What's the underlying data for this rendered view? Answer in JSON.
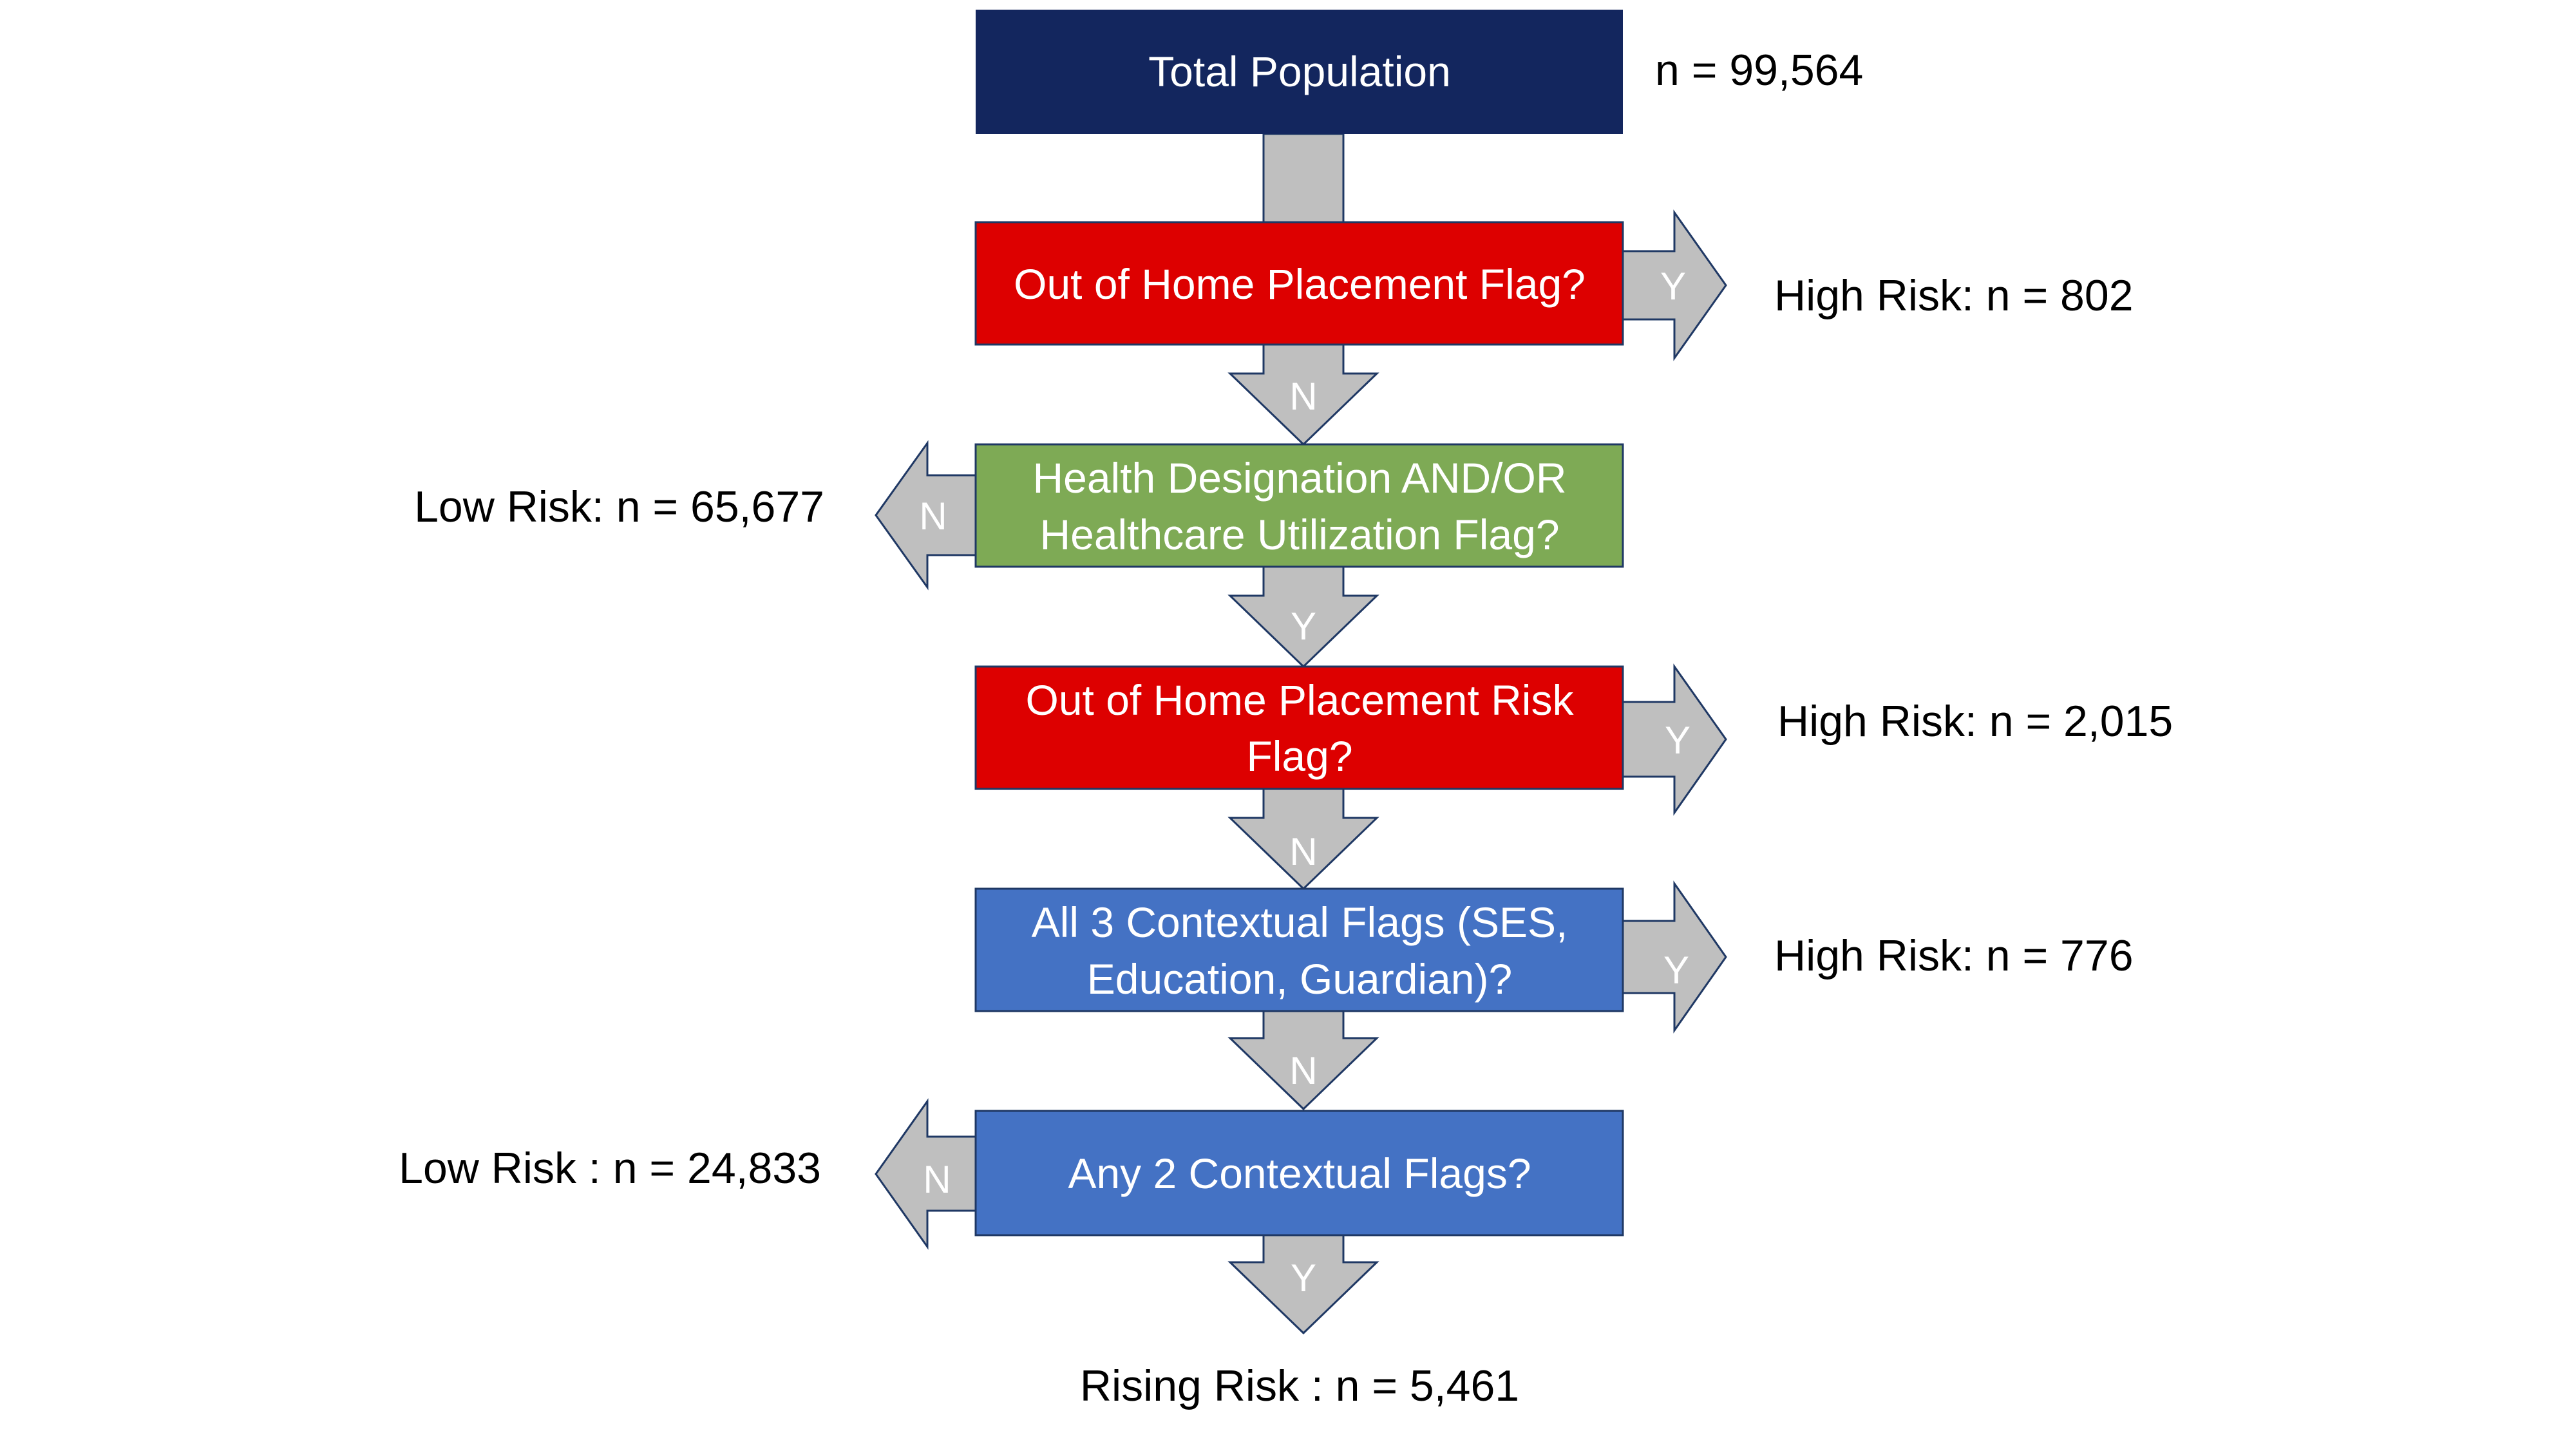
{
  "colors": {
    "navy": "#13265E",
    "red": "#DD0000",
    "green": "#7EAA55",
    "blue": "#4472C4",
    "arrow_fill": "#BFBFBF",
    "arrow_stroke": "#1F3864"
  },
  "nodes": {
    "total": {
      "line1": "Total Population",
      "count": "n = 99,564"
    },
    "q1": {
      "line1": "Out of Home Placement Flag?"
    },
    "q2": {
      "line1": "Health Designation AND/OR",
      "line2": "Healthcare Utilization Flag?"
    },
    "q3": {
      "line1": "Out of Home Placement Risk",
      "line2": "Flag?"
    },
    "q4": {
      "line1": "All 3 Contextual Flags (SES,",
      "line2": "Education, Guardian)?"
    },
    "q5": {
      "line1": "Any 2 Contextual Flags?"
    }
  },
  "arrows": {
    "q1_yes": "Y",
    "q1_no": "N",
    "q2_no": "N",
    "q2_yes": "Y",
    "q3_yes": "Y",
    "q3_no": "N",
    "q4_yes": "Y",
    "q4_no": "N",
    "q5_no": "N",
    "q5_yes": "Y"
  },
  "outcomes": {
    "q1_yes": "High Risk: n = 802",
    "q2_no": "Low Risk: n = 65,677",
    "q3_yes": "High Risk: n = 2,015",
    "q4_yes": "High Risk: n = 776",
    "q5_no": "Low Risk : n = 24,833",
    "q5_yes": "Rising Risk : n = 5,461"
  }
}
